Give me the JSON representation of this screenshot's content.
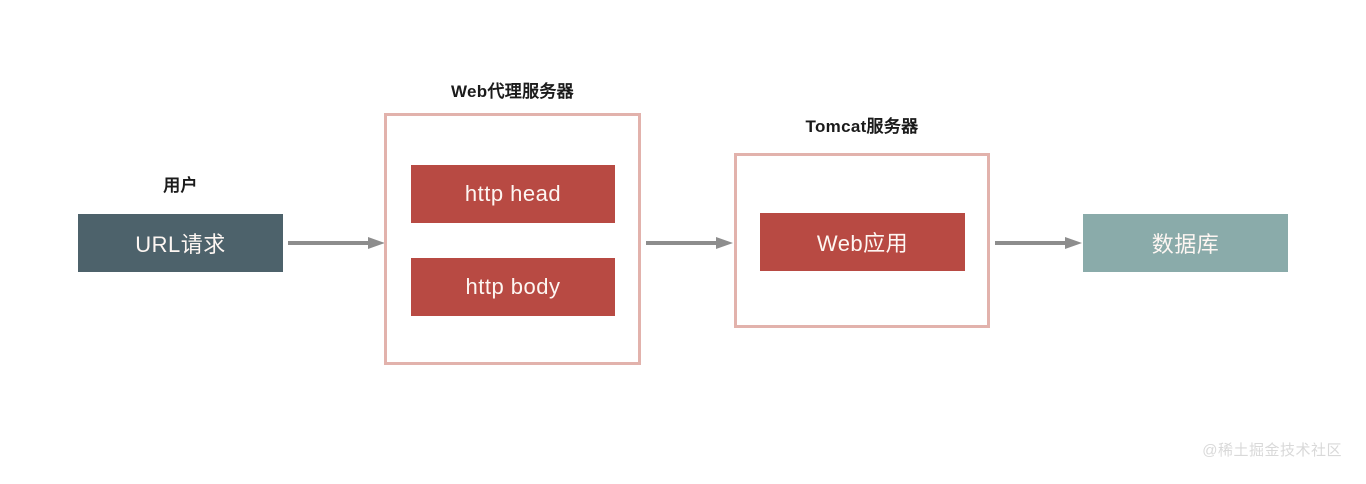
{
  "diagram": {
    "title_user": "用户",
    "nodes": {
      "url_request": {
        "label": "URL请求",
        "color": "#4d626b"
      },
      "http_head": {
        "label": "http head",
        "color": "#b84a43"
      },
      "http_body": {
        "label": "http body",
        "color": "#b84a43"
      },
      "web_app": {
        "label": "Web应用",
        "color": "#b84a43"
      },
      "database": {
        "label": "数据库",
        "color": "#8aabaa"
      }
    },
    "containers": {
      "proxy": {
        "caption": "Web代理服务器",
        "border_color": "#e2b2ac"
      },
      "tomcat": {
        "caption": "Tomcat服务器",
        "border_color": "#e2b2ac"
      }
    },
    "arrows": {
      "a1": {
        "from": "URL请求",
        "to": "Web代理服务器",
        "color": "#8d8d8d"
      },
      "a2": {
        "from": "Web代理服务器",
        "to": "Tomcat服务器",
        "color": "#8d8d8d"
      },
      "a3": {
        "from": "Tomcat服务器",
        "to": "数据库",
        "color": "#8d8d8d"
      }
    },
    "watermark": "@稀土掘金技术社区"
  }
}
